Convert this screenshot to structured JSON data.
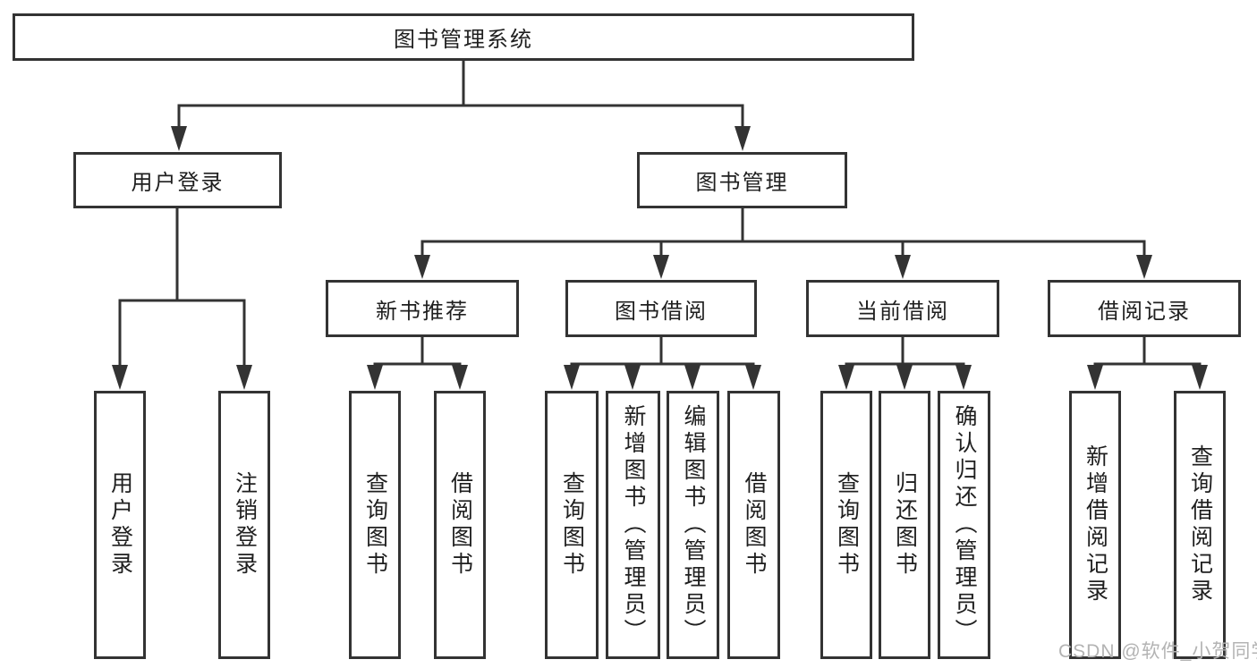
{
  "tree": {
    "root": {
      "label": "图书管理系统"
    },
    "branches": [
      {
        "label": "用户登录",
        "children": [
          {
            "label": "用户登录"
          },
          {
            "label": "注销登录"
          }
        ]
      },
      {
        "label": "图书管理",
        "children": [
          {
            "label": "新书推荐",
            "children": [
              {
                "label": "查询图书"
              },
              {
                "label": "借阅图书"
              }
            ]
          },
          {
            "label": "图书借阅",
            "children": [
              {
                "label": "查询图书"
              },
              {
                "label": "新增图书（管理员）"
              },
              {
                "label": "编辑图书（管理员）"
              },
              {
                "label": "借阅图书"
              }
            ]
          },
          {
            "label": "当前借阅",
            "children": [
              {
                "label": "查询图书"
              },
              {
                "label": "归还图书"
              },
              {
                "label": "确认归还（管理员）"
              }
            ]
          },
          {
            "label": "借阅记录",
            "children": [
              {
                "label": "新增借阅记录"
              },
              {
                "label": "查询借阅记录"
              }
            ]
          }
        ]
      }
    ]
  },
  "watermark": {
    "text": "CSDN @软件_小贺同学"
  },
  "colors": {
    "line": "#333333",
    "text": "#1f1f1f",
    "watermark": "#b3b3b3",
    "background": "#ffffff"
  }
}
